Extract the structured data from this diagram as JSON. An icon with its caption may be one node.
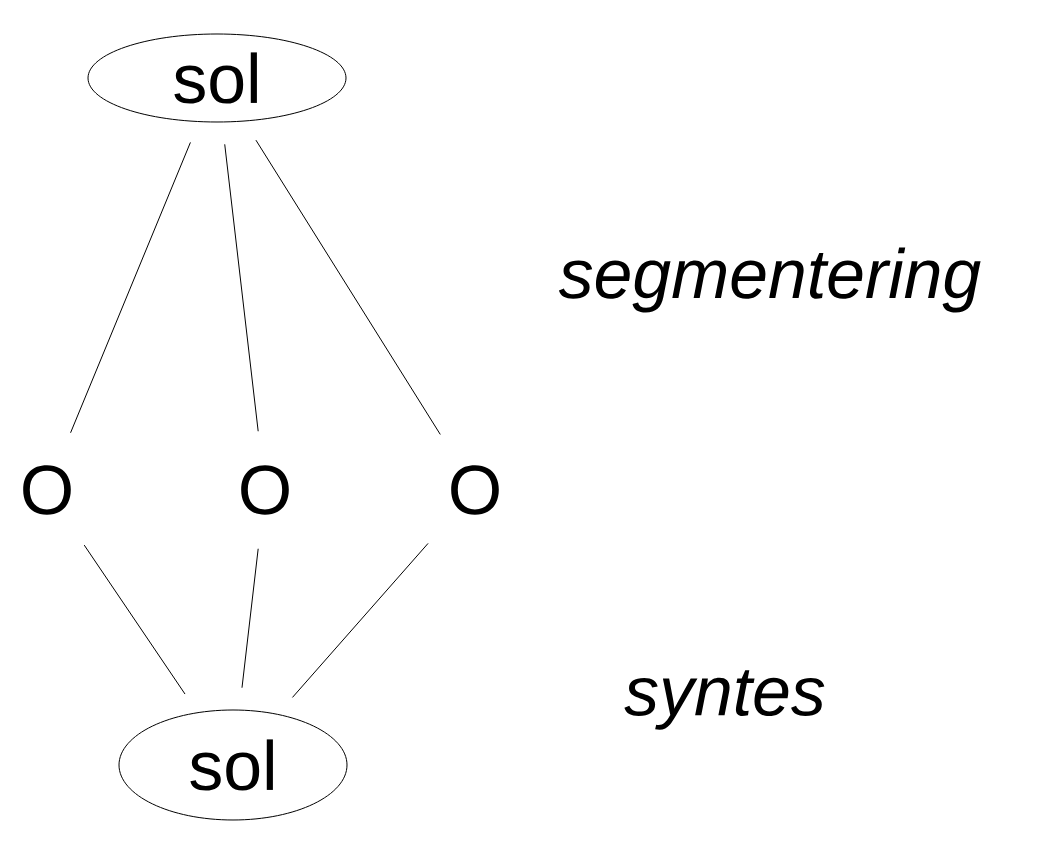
{
  "diagram": {
    "nodes": [
      {
        "text": [
          "sol"
        ]
      },
      {
        "text": [
          "O"
        ]
      },
      {
        "text": [
          "O"
        ]
      },
      {
        "text": [
          "O"
        ]
      },
      {
        "text": [
          "sol"
        ]
      }
    ],
    "edges": [
      {
        "from": 0,
        "to": 1,
        "arrow": "none"
      },
      {
        "from": 0,
        "to": 2,
        "arrow": "none"
      },
      {
        "from": 0,
        "to": 3,
        "arrow": "none"
      },
      {
        "from": 1,
        "to": 4,
        "arrow": "none"
      },
      {
        "from": 2,
        "to": 4,
        "arrow": "none"
      },
      {
        "from": 3,
        "to": 4,
        "arrow": "none"
      }
    ],
    "labels": [
      "segmentering",
      "syntes"
    ]
  }
}
